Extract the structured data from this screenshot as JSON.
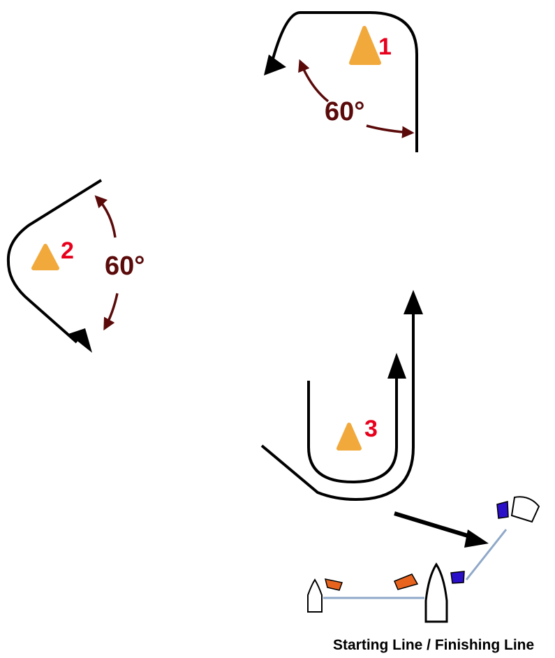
{
  "marks": [
    {
      "id": "mark-1",
      "number": "1"
    },
    {
      "id": "mark-2",
      "number": "2"
    },
    {
      "id": "mark-3",
      "number": "3"
    }
  ],
  "angles": [
    {
      "id": "angle-mark-1",
      "label": "60°"
    },
    {
      "id": "angle-mark-2",
      "label": "60°"
    }
  ],
  "caption": "Starting Line / Finishing Line",
  "colors": {
    "buoy": "#F2A93B",
    "mark_number": "#E8001C",
    "angle": "#5B0A0A",
    "course": "#000000",
    "line": "#8FA8C8",
    "flag_orange": "#E8641E",
    "flag_blue": "#2A10C8"
  }
}
